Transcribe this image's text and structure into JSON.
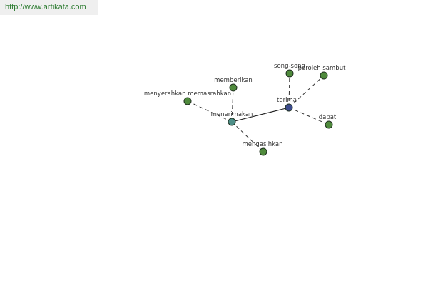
{
  "header": {
    "url_text": "http://www.artikata.com"
  },
  "colors": {
    "leaf": "#4f8a3c",
    "hub_primary": "#3b4a8c",
    "hub_secondary": "#4e8f88"
  },
  "graph": {
    "nodes": [
      {
        "id": "terima",
        "label": "terima",
        "role": "hub_primary"
      },
      {
        "id": "menerimakan",
        "label": "menerimakan",
        "role": "hub_secondary"
      },
      {
        "id": "song-song",
        "label": "song-song",
        "role": "leaf"
      },
      {
        "id": "peroleh-sambut",
        "label": "peroleh sambut",
        "role": "leaf"
      },
      {
        "id": "dapat",
        "label": "dapat",
        "role": "leaf"
      },
      {
        "id": "memberikan",
        "label": "memberikan",
        "role": "leaf"
      },
      {
        "id": "menyerahkan-memasrahkan",
        "label": "menyerahkan memasrahkan",
        "role": "leaf"
      },
      {
        "id": "mengasihkan",
        "label": "mengasihkan",
        "role": "leaf"
      }
    ],
    "edges": [
      {
        "from": "terima",
        "to": "menerimakan",
        "style": "solid"
      },
      {
        "from": "terima",
        "to": "song-song",
        "style": "dashed"
      },
      {
        "from": "terima",
        "to": "peroleh-sambut",
        "style": "dashed"
      },
      {
        "from": "terima",
        "to": "dapat",
        "style": "dashed"
      },
      {
        "from": "menerimakan",
        "to": "memberikan",
        "style": "dashed"
      },
      {
        "from": "menerimakan",
        "to": "menyerahkan-memasrahkan",
        "style": "dashed"
      },
      {
        "from": "menerimakan",
        "to": "mengasihkan",
        "style": "dashed"
      }
    ]
  }
}
